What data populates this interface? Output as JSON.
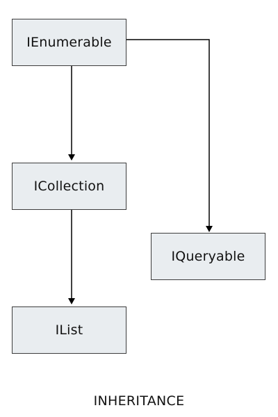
{
  "diagram": {
    "nodes": {
      "ienumerable": {
        "label": "IEnumerable"
      },
      "icollection": {
        "label": "ICollection"
      },
      "ilist": {
        "label": "IList"
      },
      "iqueryable": {
        "label": "IQueryable"
      }
    },
    "edges": [
      {
        "from": "ienumerable",
        "to": "icollection"
      },
      {
        "from": "icollection",
        "to": "ilist"
      },
      {
        "from": "ienumerable",
        "to": "iqueryable"
      }
    ],
    "caption": "INHERITANCE",
    "colors": {
      "node_fill": "#e9edf0",
      "node_border": "#3c3c3c",
      "line": "#000000",
      "text": "#111111"
    }
  }
}
